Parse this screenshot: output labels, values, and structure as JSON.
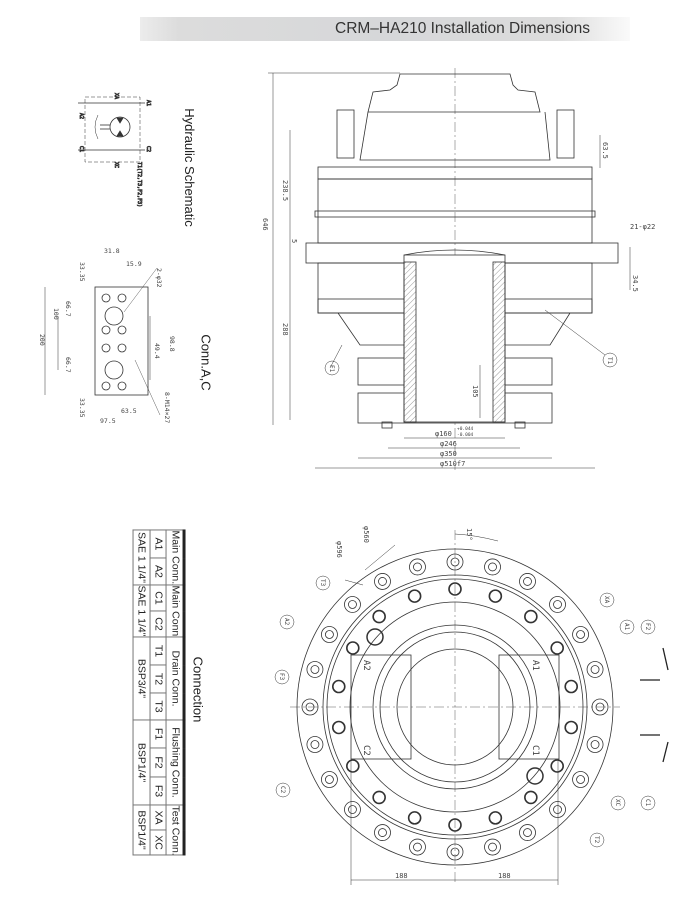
{
  "header": {
    "title": "CRM–HA210 Installation Dimensions"
  },
  "labels": {
    "hydraulic_schematic": "Hydraulic Schematic",
    "conn_ac": "Conn.A,C",
    "connection": "Connection"
  },
  "schematic": {
    "ports": [
      "A1",
      "A2",
      "C1",
      "C2",
      "XA",
      "XC"
    ],
    "drain": "T1(T2,T3,F2,F3)"
  },
  "conn_ac_dims": {
    "d1": "31.8",
    "d2": "15.9",
    "d3": "2-φ32",
    "d4": "33.35",
    "d5": "66.7",
    "d6": "100",
    "d7": "200",
    "d8": "66.7",
    "d9": "33.35",
    "d10": "98.8",
    "d11": "49.4",
    "d12": "8-M14×27",
    "d13": "63.5",
    "d14": "97.5"
  },
  "elevation_dims": {
    "total_height": "646",
    "upper": "238.5",
    "lower": "288",
    "flange": "5",
    "bolt_len": "63.5",
    "holes": "21-φ22",
    "flange_offset": "34.5",
    "bore_depth": "105",
    "shaft": "φ160",
    "shaft_tol_upper": "+0.044",
    "shaft_tol_lower": "-0.004",
    "d246": "φ246",
    "d350": "φ350",
    "d510": "φ510f7",
    "callout_f1": "F1",
    "callout_t1": "T1"
  },
  "plan_dims": {
    "angle": "15°",
    "d560": "φ560",
    "d596": "φ596",
    "left": "188",
    "right": "188",
    "callouts": [
      "T3",
      "A2",
      "F3",
      "C2",
      "XA",
      "A1",
      "F2",
      "XC",
      "C1",
      "T2"
    ],
    "body_marks": [
      "A2",
      "A1",
      "C2",
      "C1"
    ]
  },
  "table": {
    "groups": [
      "Main Conn.A",
      "Main Conn.C",
      "Drain Conn.",
      "Flushing Conn.",
      "Test Conn."
    ],
    "ports": [
      "A1",
      "A2",
      "C1",
      "C2",
      "T1",
      "T2",
      "T3",
      "F1",
      "F2",
      "F3",
      "XA",
      "XC"
    ],
    "sizes": [
      "SAE 1 1/4\"",
      "SAE 1 1/4\"",
      "BSP3/4\"",
      "BSP1/4\"",
      "BSP1/4\""
    ]
  }
}
